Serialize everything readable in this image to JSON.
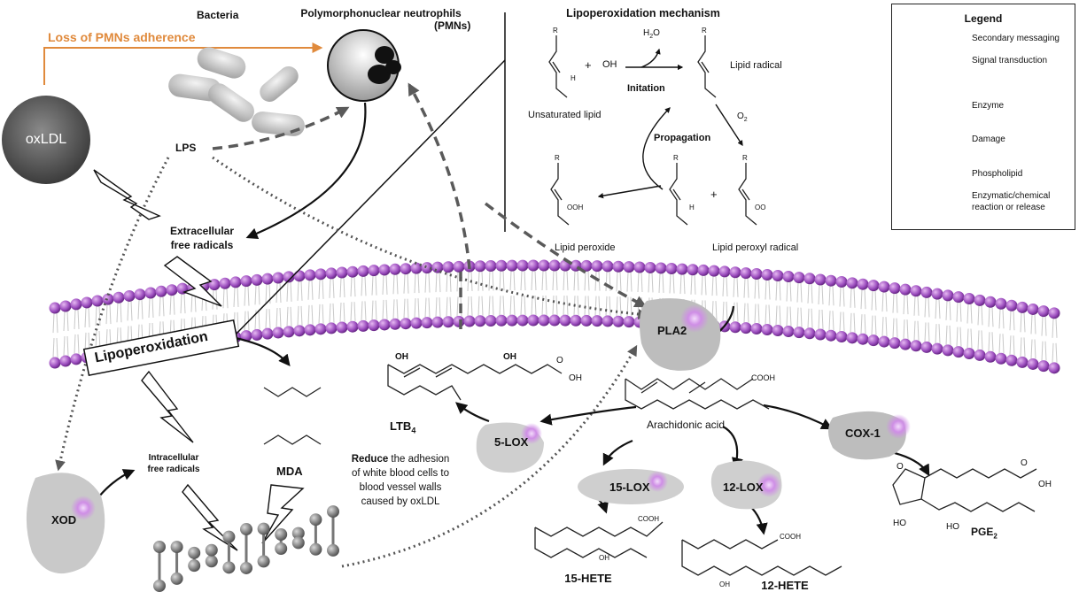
{
  "labels": {
    "bacteria": "Bacteria",
    "pmn_title_1": "Polymorphonuclear neutrophils",
    "pmn_title_2": "(PMNs)",
    "loss_pmn": "Loss of PMNs adherence",
    "oxldl": "oxLDL",
    "lps": "LPS",
    "extracellular_1": "Extracellular",
    "extracellular_2": "free radicals",
    "lipoperoxidation": "Lipoperoxidation",
    "intracellular_1": "Intracellular",
    "intracellular_2": "free radicals",
    "mda": "MDA",
    "ltb4": "LTB",
    "ltb4_sub": "4",
    "reduce_bold": "Reduce",
    "reduce_rest": " the adhesion",
    "reduce_2": "of white blood cells to",
    "reduce_3": "blood vessel walls",
    "reduce_4": "caused by oxLDL",
    "arachidonic": "Arachidonic acid",
    "hete15": "15-HETE",
    "hete12": "12-HETE",
    "pge2": "PGE",
    "pge2_sub": "2",
    "cooh": "COOH",
    "oh": "OH",
    "o": "O",
    "ho": "HO"
  },
  "enzymes": {
    "xod": "XOD",
    "pla2": "PLA2",
    "lox5": "5-LOX",
    "lox15": "15-LOX",
    "lox12": "12-LOX",
    "cox1": "COX-1"
  },
  "mechanism": {
    "title": "Lipoperoxidation mechanism",
    "unsaturated": "Unsaturated lipid",
    "plus": "+",
    "oh_radical": "OH",
    "h2o": "H",
    "h2o_sub": "2",
    "h2o_end": "O",
    "initiation": "Initation",
    "lipid_radical": "Lipid radical",
    "o2": "O",
    "o2_sub": "2",
    "propagation": "Propagation",
    "lipid_peroxide": "Lipid peroxide",
    "lipid_peroxyl": "Lipid peroxyl radical",
    "r": "R",
    "h": "H",
    "ooh": "OOH",
    "oo": "OO"
  },
  "legend": {
    "title": "Legend",
    "items": [
      "Secondary messaging",
      "Signal transduction",
      "Enzyme",
      "Damage",
      "Phospholipid",
      "Enzymatic/chemical",
      "reaction or release"
    ]
  },
  "colors": {
    "orange": "#e08a3c",
    "purple": "#8e3fb0",
    "enzyme_grey": "#cfcfcf",
    "dash_grey": "#5a5a5a"
  }
}
